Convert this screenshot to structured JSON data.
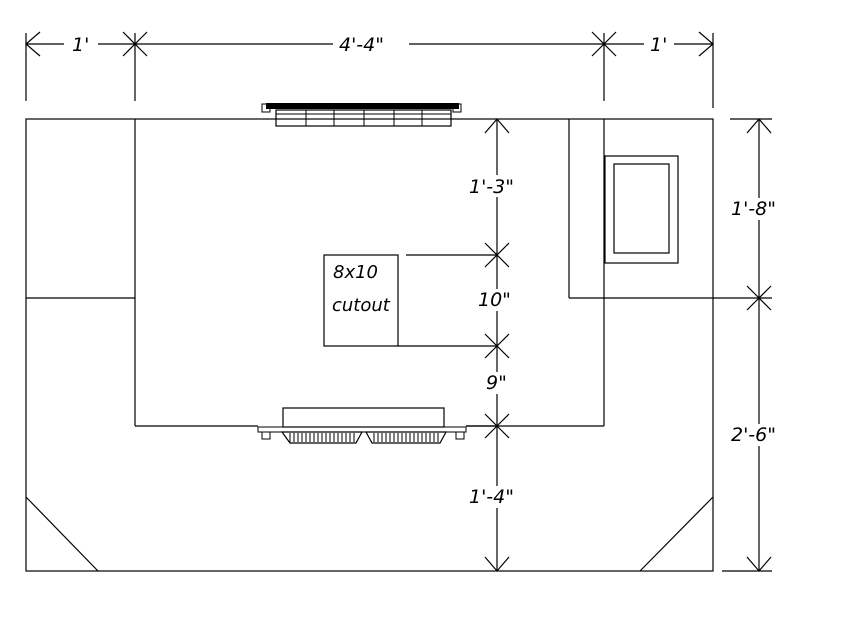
{
  "dimensions": {
    "top_left": "1'",
    "top_middle": "4'-4\"",
    "top_right": "1'",
    "vertical_upper": "1'-3\"",
    "vertical_cutout": "10\"",
    "vertical_gap": "9\"",
    "vertical_lower": "1'-4\"",
    "right_upper": "1'-8\"",
    "right_lower": "2'-6\""
  },
  "cutout": {
    "line1": "8x10",
    "line2": "cutout"
  }
}
